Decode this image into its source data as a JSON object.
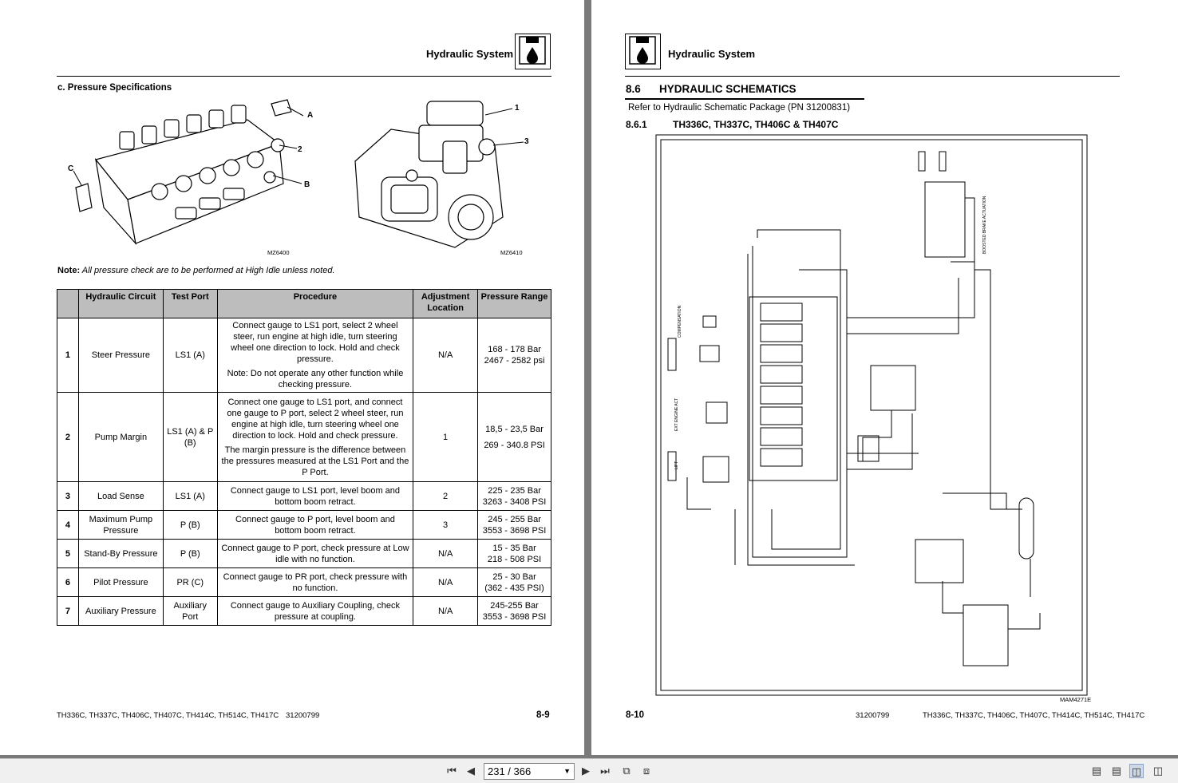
{
  "left_page": {
    "header_title": "Hydraulic System",
    "section_label": "c.   Pressure Specifications",
    "figure_a": {
      "caption": "MZ6400",
      "callouts": [
        "A",
        "2",
        "B",
        "C"
      ]
    },
    "figure_b": {
      "caption": "MZ6410",
      "callouts": [
        "1",
        "3"
      ]
    },
    "note_label": "Note:",
    "note_text": "All pressure check are to be performed at High Idle unless noted.",
    "table": {
      "headers": [
        "",
        "Hydraulic Circuit",
        "Test Port",
        "Procedure",
        "Adjustment Location",
        "Pressure Range"
      ],
      "rows": [
        {
          "num": "1",
          "circuit": "Steer Pressure",
          "port": "LS1 (A)",
          "procedure": [
            "Connect gauge to LS1 port, select 2 wheel steer, run engine at high idle, turn steering wheel one direction to lock. Hold and check pressure.",
            "Note: Do not operate any other function while checking pressure."
          ],
          "adjust": "N/A",
          "range": [
            "168 - 178 Bar",
            "2467 - 2582 psi"
          ]
        },
        {
          "num": "2",
          "circuit": "Pump Margin",
          "port": "LS1 (A) & P (B)",
          "procedure": [
            "Connect one gauge to LS1 port, and connect one gauge to P port, select 2 wheel steer, run engine at high idle, turn steering wheel one direction to lock. Hold and check pressure.",
            "The margin pressure is the difference between the pressures measured at the LS1 Port and the P Port."
          ],
          "adjust": "1",
          "range": [
            "18,5 - 23,5 Bar",
            "269 - 340.8 PSI"
          ]
        },
        {
          "num": "3",
          "circuit": "Load Sense",
          "port": "LS1 (A)",
          "procedure": [
            "Connect gauge to LS1 port, level boom and bottom boom retract."
          ],
          "adjust": "2",
          "range": [
            "225 - 235 Bar",
            "3263 - 3408 PSI"
          ]
        },
        {
          "num": "4",
          "circuit": "Maximum Pump Pressure",
          "port": "P (B)",
          "procedure": [
            "Connect gauge to P port, level boom and bottom boom retract."
          ],
          "adjust": "3",
          "range": [
            "245 - 255 Bar",
            "3553 - 3698 PSI"
          ]
        },
        {
          "num": "5",
          "circuit": "Stand-By Pressure",
          "port": "P (B)",
          "procedure": [
            "Connect gauge to P port, check pressure at Low idle with no function."
          ],
          "adjust": "N/A",
          "range": [
            "15 - 35 Bar",
            "218 - 508 PSI"
          ]
        },
        {
          "num": "6",
          "circuit": "Pilot Pressure",
          "port": "PR (C)",
          "procedure": [
            "Connect gauge to PR port, check pressure with no function."
          ],
          "adjust": "N/A",
          "range": [
            "25 - 30 Bar",
            "(362 - 435 PSI)"
          ]
        },
        {
          "num": "7",
          "circuit": "Auxiliary Pressure",
          "port": "Auxiliary Port",
          "procedure": [
            "Connect gauge to Auxiliary Coupling, check pressure at coupling."
          ],
          "adjust": "N/A",
          "range": [
            "245-255 Bar",
            "3553 - 3698 PSI"
          ]
        }
      ]
    },
    "footer_models": "TH336C, TH337C, TH406C, TH407C, TH414C, TH514C, TH417C",
    "footer_doc": "31200799",
    "page_number": "8-9"
  },
  "right_page": {
    "header_title": "Hydraulic System",
    "section_number": "8.6",
    "section_title": "HYDRAULIC SCHEMATICS",
    "reference": "Refer to Hydraulic Schematic Package (PN 31200831)",
    "subsection_number": "8.6.1",
    "subsection_title": "TH336C, TH337C, TH406C & TH407C",
    "figure_caption": "MAM4271E",
    "schematic_labels": {
      "boosted_brake": "BOOSTED BRAKE ACTUATION",
      "compensation": "COMPENSATION",
      "ext_engine": "EXT ENGINE ACT",
      "lift": "LIFT"
    },
    "page_number": "8-10",
    "footer_doc": "31200799",
    "footer_models": "TH336C, TH337C, TH406C, TH407C, TH414C, TH514C, TH417C"
  },
  "toolbar": {
    "page_indicator": "231 / 366",
    "buttons": [
      "first-page-icon",
      "prev-page-icon",
      "next-page-icon",
      "last-page-icon",
      "rotate-icon",
      "fit-icon",
      "single-page-icon",
      "continuous-icon",
      "two-page-icon",
      "two-page-continuous-icon"
    ]
  }
}
